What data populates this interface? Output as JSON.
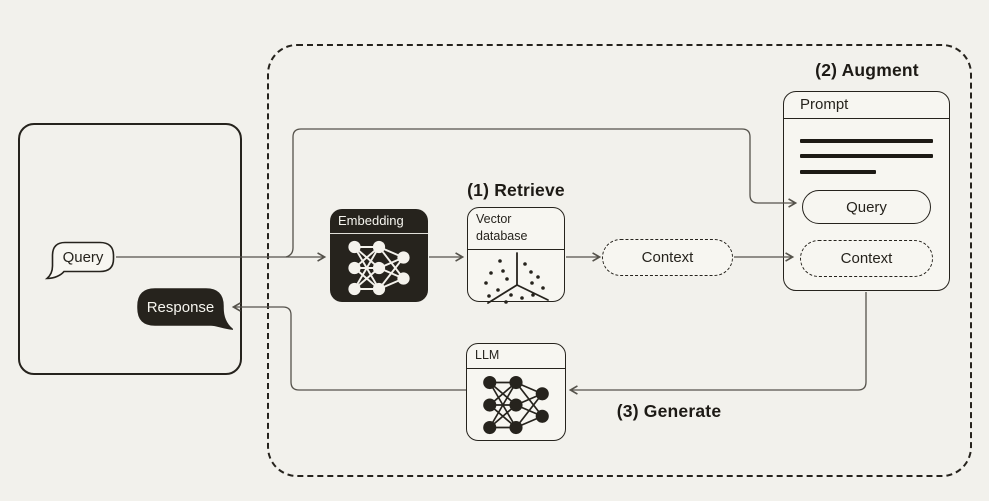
{
  "colors": {
    "background": "#f2f1ec",
    "panel": "#f7f6f1",
    "ink": "#26231d",
    "dark_fill": "#26231d",
    "light_text": "#f5f4ee",
    "connector": "#55524b"
  },
  "chat_panel": {
    "query_bubble": "Query",
    "response_bubble": "Response"
  },
  "rag": {
    "steps": {
      "retrieve": "(1) Retrieve",
      "augment": "(2) Augment",
      "generate": "(3) Generate"
    },
    "embedding": {
      "title": "Embedding",
      "icon": "neural-network-icon"
    },
    "vector_database": {
      "title": "Vector database",
      "icon": "vector-scatter-icon"
    },
    "context_pill": {
      "label": "Context"
    },
    "prompt": {
      "title": "Prompt",
      "text_lines": 3,
      "query_field": "Query",
      "context_field": "Context"
    },
    "llm": {
      "title": "LLM",
      "icon": "neural-network-icon"
    }
  }
}
